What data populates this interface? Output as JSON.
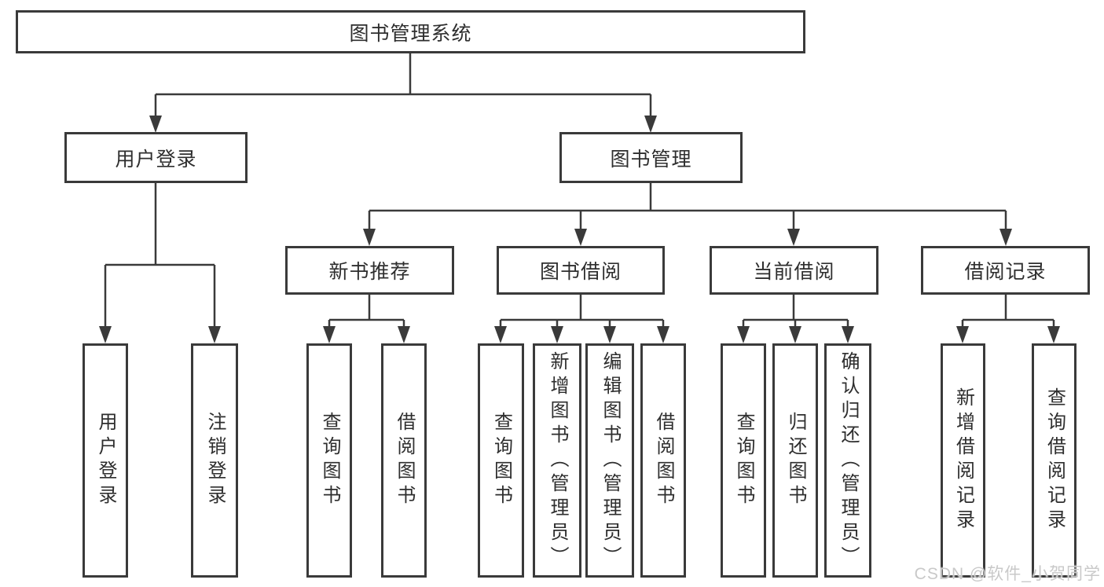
{
  "diagram": {
    "title": "图书管理系统",
    "level2": [
      {
        "label": "用户登录"
      },
      {
        "label": "图书管理"
      }
    ],
    "level3": [
      {
        "label": "新书推荐"
      },
      {
        "label": "图书借阅"
      },
      {
        "label": "当前借阅"
      },
      {
        "label": "借阅记录"
      }
    ],
    "leaves": {
      "user_login": [
        "用户登录",
        "注销登录"
      ],
      "new_book": [
        "查询图书",
        "借阅图书"
      ],
      "book_borrow": [
        "查询图书",
        "新增图书（管理员）",
        "编辑图书（管理员）",
        "借阅图书"
      ],
      "current_borrow": [
        "查询图书",
        "归还图书",
        "确认归还（管理员）"
      ],
      "borrow_records": [
        "新增借阅记录",
        "查询借阅记录"
      ]
    },
    "colors": {
      "line": "#3a3a3a",
      "text": "#2e2e2e",
      "background": "#ffffff",
      "watermark": "#c9c9c9"
    },
    "watermark": "CSDN @软件_小贺同学"
  }
}
